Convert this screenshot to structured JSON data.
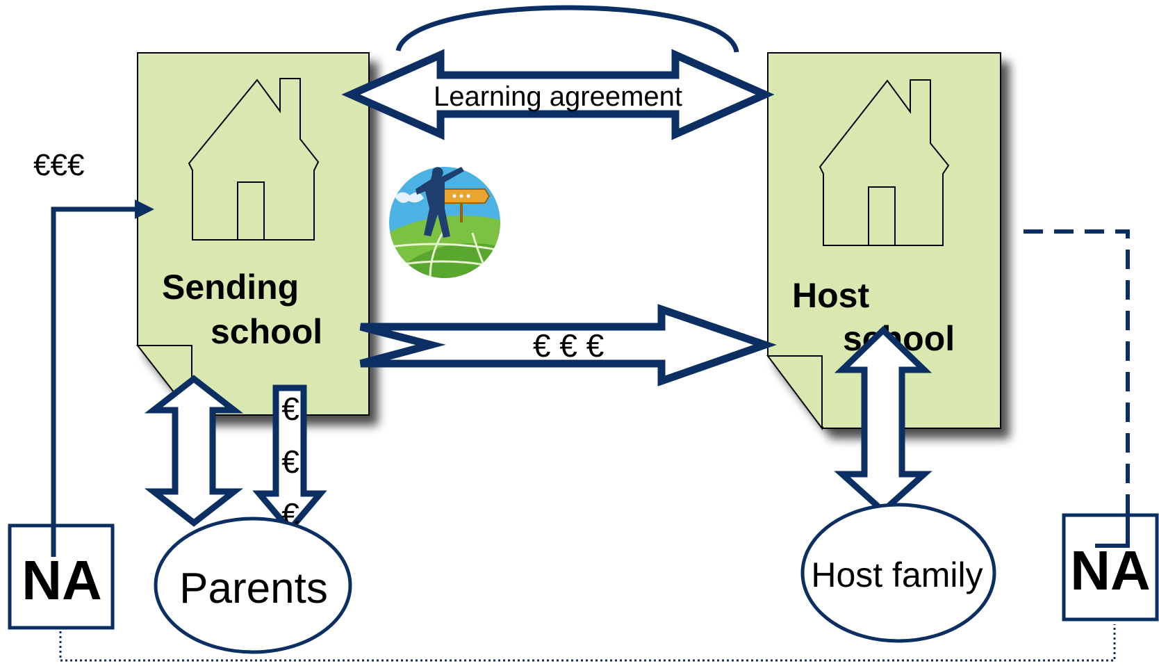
{
  "colors": {
    "navy": "#0b2f63",
    "page_fill": "#d8e8b0",
    "ink": "#000000",
    "background": "#ffffff"
  },
  "labels": {
    "sending_school": [
      "Sending",
      "school"
    ],
    "host_school": [
      "Host",
      "school"
    ],
    "learning_agreement": "Learning agreement",
    "euro_between_schools": "€ € €",
    "euro_na": "€€€",
    "euro_parents": [
      "€",
      "€",
      "€"
    ],
    "parents": "Parents",
    "host_family": "Host family",
    "na_left": "NA",
    "na_right": "NA"
  },
  "icons": {
    "house": "house-icon",
    "traveler": "traveler-globe-icon"
  }
}
